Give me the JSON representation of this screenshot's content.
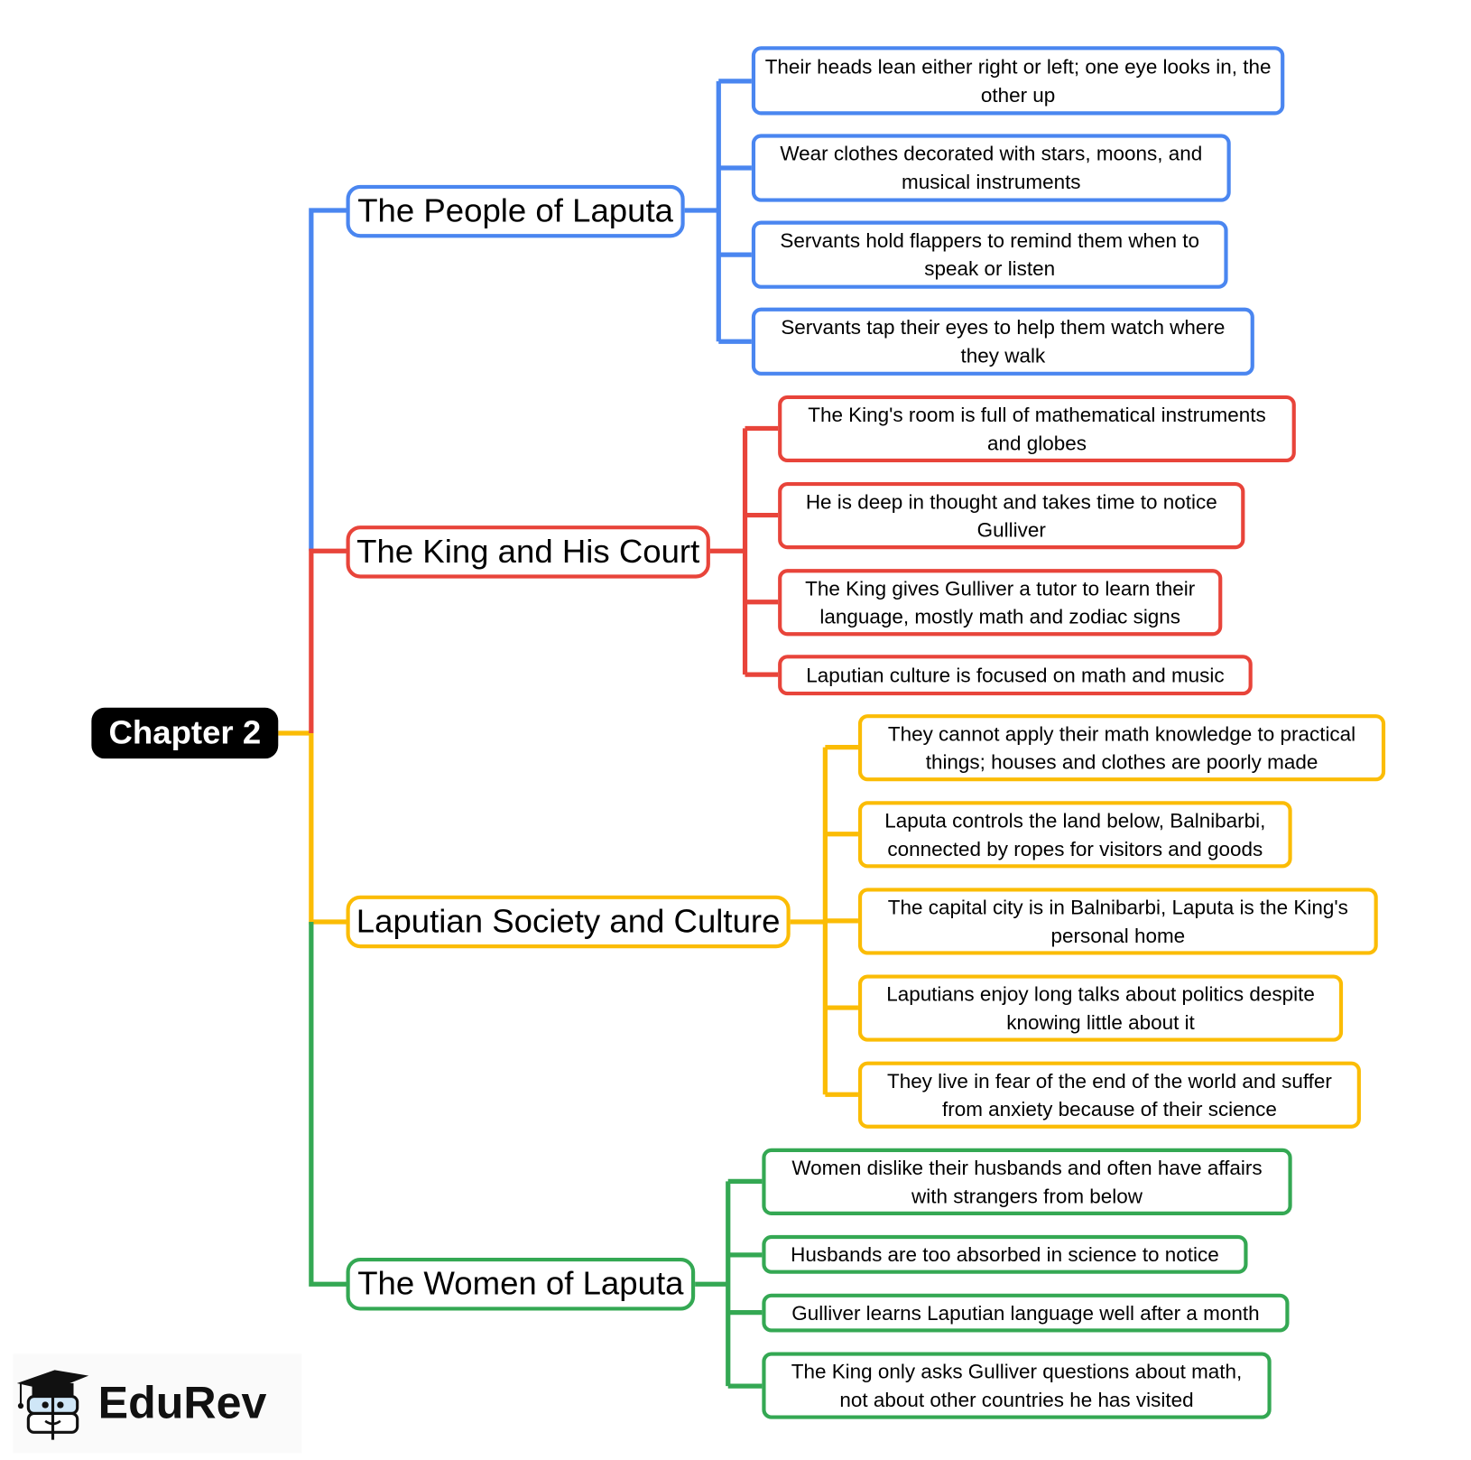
{
  "root": {
    "label": "Chapter 2"
  },
  "colors": {
    "people": "#4a86f0",
    "king": "#e8443a",
    "society": "#fbbc05",
    "women": "#34a853"
  },
  "branches": [
    {
      "label": "The People of Laputa",
      "leaves": [
        "Their heads lean either right or left; one eye looks in, the other up",
        "Wear clothes decorated with stars, moons, and musical instruments",
        "Servants hold flappers to remind them when to speak or listen",
        "Servants tap their eyes to help them watch where they walk"
      ]
    },
    {
      "label": "The King and His Court",
      "leaves": [
        "The King's room is full of mathematical instruments and globes",
        "He is deep in thought and takes time to notice Gulliver",
        "The King gives Gulliver a tutor to learn their language, mostly math and zodiac signs",
        "Laputian culture is focused on math and music"
      ]
    },
    {
      "label": "Laputian Society and Culture",
      "leaves": [
        "They cannot apply their math knowledge to practical things; houses and clothes are poorly made",
        "Laputa controls the land below, Balnibarbi, connected by ropes for visitors and goods",
        "The capital city is in Balnibarbi, Laputa is the King's personal home",
        "Laputians enjoy long talks about politics despite knowing little about it",
        "They live in fear of the end of the world and suffer from anxiety because of their science"
      ]
    },
    {
      "label": "The Women of Laputa",
      "leaves": [
        "Women dislike their husbands and often have affairs with strangers from below",
        "Husbands are too absorbed in science to notice",
        "Gulliver learns Laputian language well after a month",
        "The King only asks Gulliver questions about math, not about other countries he has visited"
      ]
    }
  ],
  "logo": {
    "text": "EduRev"
  }
}
